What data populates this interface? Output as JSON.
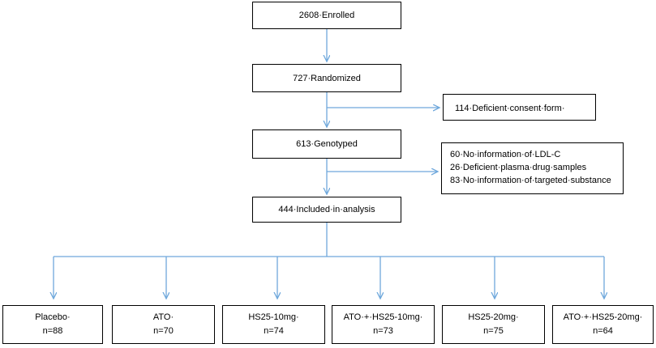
{
  "flow": {
    "enrolled": "2608·Enrolled",
    "randomized": "727·Randomized",
    "excluded_consent": "114·Deficient·consent·form·",
    "genotyped": "613·Genotyped",
    "excluded_list": [
      "60·No·information·of·LDL-C",
      "26·Deficient·plasma·drug·samples",
      "83·No·information·of·targeted·substance"
    ],
    "included": "444·Included·in·analysis"
  },
  "groups": [
    {
      "name": "Placebo·",
      "n": "n=88"
    },
    {
      "name": "ATO·",
      "n": "n=70"
    },
    {
      "name": "HS25-10mg·",
      "n": "n=74"
    },
    {
      "name": "ATO·+·HS25-10mg·",
      "n": "n=73"
    },
    {
      "name": "HS25-20mg·",
      "n": "n=75"
    },
    {
      "name": "ATO·+·HS25-20mg·",
      "n": "n=64"
    }
  ],
  "colors": {
    "arrow": "#6fa8dc",
    "border": "#000000"
  }
}
